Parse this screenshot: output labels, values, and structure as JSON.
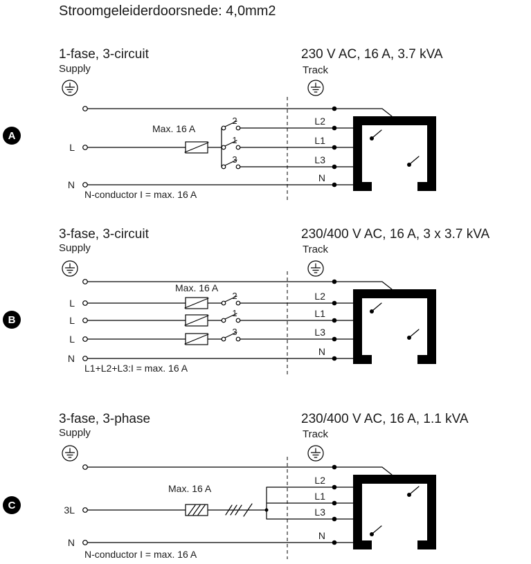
{
  "page": {
    "title": "Stroomgeleiderdoorsnede: 4,0mm2"
  },
  "colors": {
    "ink": "#1a1a1a",
    "line": "#000000",
    "background": "#ffffff"
  },
  "sections": [
    {
      "badge": "A",
      "left_title": "1-fase, 3-circuit",
      "right_title": "230 V AC, 16 A, 3.7 kVA",
      "supply_label": "Supply",
      "track_label": "Track",
      "fuse_label": "Max. 16 A",
      "switch_numbers": [
        "2",
        "1",
        "3"
      ],
      "wire_labels": [
        "L",
        "N"
      ],
      "track_lines": [
        "L2",
        "L1",
        "L3",
        "N"
      ],
      "note": "N-conductor I = max. 16 A"
    },
    {
      "badge": "B",
      "left_title": "3-fase, 3-circuit",
      "right_title": "230/400 V AC, 16 A, 3 x 3.7 kVA",
      "supply_label": "Supply",
      "track_label": "Track",
      "fuse_label": "Max. 16 A",
      "switch_numbers": [
        "2",
        "1",
        "3"
      ],
      "wire_labels": [
        "L",
        "L",
        "L",
        "N"
      ],
      "track_lines": [
        "L2",
        "L1",
        "L3",
        "N"
      ],
      "note": "L1+L2+L3:I = max. 16 A"
    },
    {
      "badge": "C",
      "left_title": "3-fase, 3-phase",
      "right_title": "230/400 V AC, 16 A, 1.1 kVA",
      "supply_label": "Supply",
      "track_label": "Track",
      "fuse_label": "Max. 16 A",
      "wire_labels": [
        "3L",
        "N"
      ],
      "track_lines": [
        "L2",
        "L1",
        "L3",
        "N"
      ],
      "note": "N-conductor I = max. 16 A"
    }
  ]
}
